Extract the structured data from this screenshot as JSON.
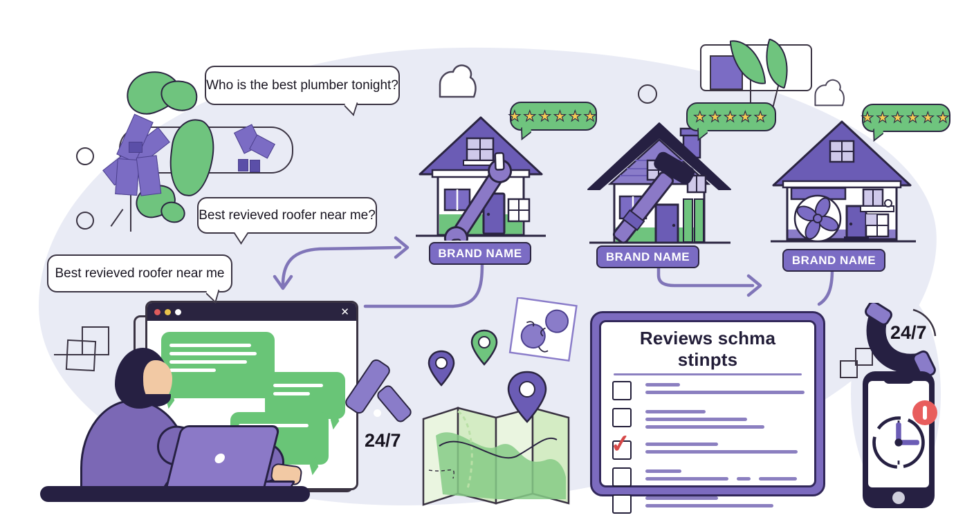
{
  "queries": {
    "q1": "Who is the best plumber tonight?",
    "q2": "Best revieved roofer near me?",
    "q3": "Best revieved roofer near me"
  },
  "businesses": [
    {
      "name": "BRAND NAME",
      "stars": 6,
      "trade": "plumber"
    },
    {
      "name": "BRAND NAME",
      "stars": 5,
      "trade": "carpenter-roofer"
    },
    {
      "name": "BRAND NAME",
      "stars": 6,
      "trade": "hvac"
    }
  ],
  "rating_glyph": "★",
  "checklist": {
    "title": "Reviews schma stinpts",
    "check_glyph": "✓",
    "rows": [
      {
        "checked": false,
        "lines": [
          [
            50
          ],
          [
            230
          ]
        ]
      },
      {
        "checked": false,
        "lines": [
          [
            87
          ],
          [
            147
          ],
          [
            172
          ]
        ]
      },
      {
        "checked": true,
        "lines": [
          [
            105
          ],
          [
            220
          ]
        ]
      },
      {
        "checked": false,
        "lines": [
          [
            52
          ],
          [
            120,
            20,
            55
          ]
        ]
      },
      {
        "checked": false,
        "lines": [
          [
            105
          ],
          [
            185
          ]
        ]
      }
    ]
  },
  "availability": {
    "watch": "24/7",
    "phone": "24/7"
  },
  "chrome": {
    "close_glyph": "✕"
  },
  "colors": {
    "purple": "#7b6cc4",
    "deep_purple": "#6b5cb5",
    "navy": "#262042",
    "green": "#6fc47e",
    "chat_green": "#69c577",
    "gold": "#f2c94c",
    "lavender": "#e9ebf5",
    "red": "#e85d5d",
    "arrow": "#8075b8"
  }
}
